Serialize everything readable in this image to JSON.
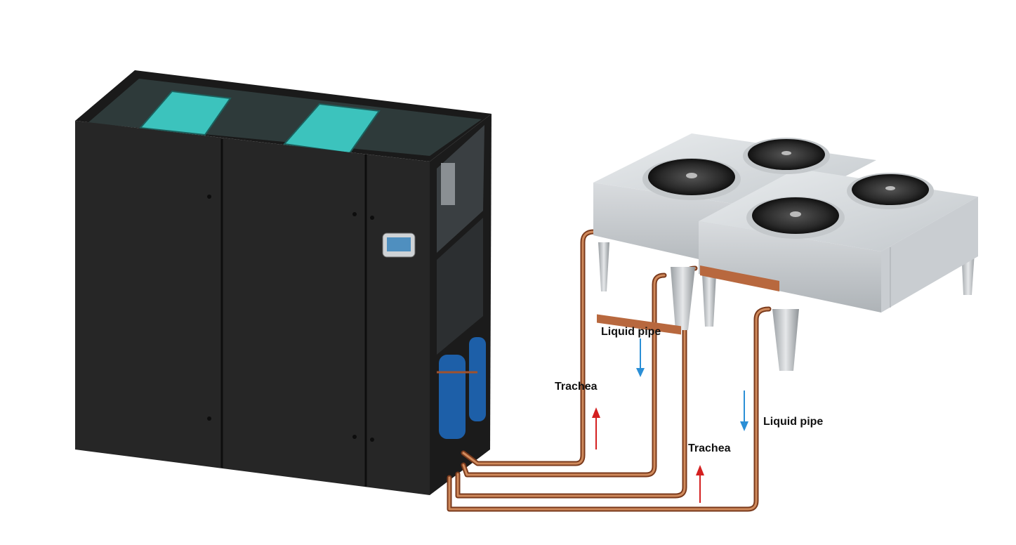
{
  "labels": {
    "liquid_pipe_1": "Liquid pipe",
    "liquid_pipe_2": "Liquid pipe",
    "trachea_1": "Trachea",
    "trachea_2": "Trachea"
  },
  "colors": {
    "cabinet": "#262626",
    "cabinet_edge": "#111111",
    "filter_teal": "#3cc3bd",
    "compressor_blue": "#1d5fa8",
    "copper_pipe": "#a0522d",
    "condenser_body": "#d7dadd",
    "fan_dark": "#2a2a2a",
    "arrow_liquid": "#2b8fd6",
    "arrow_gas": "#d42020"
  },
  "icons": [
    "fan-icon",
    "arrow-down-icon",
    "arrow-up-icon"
  ]
}
